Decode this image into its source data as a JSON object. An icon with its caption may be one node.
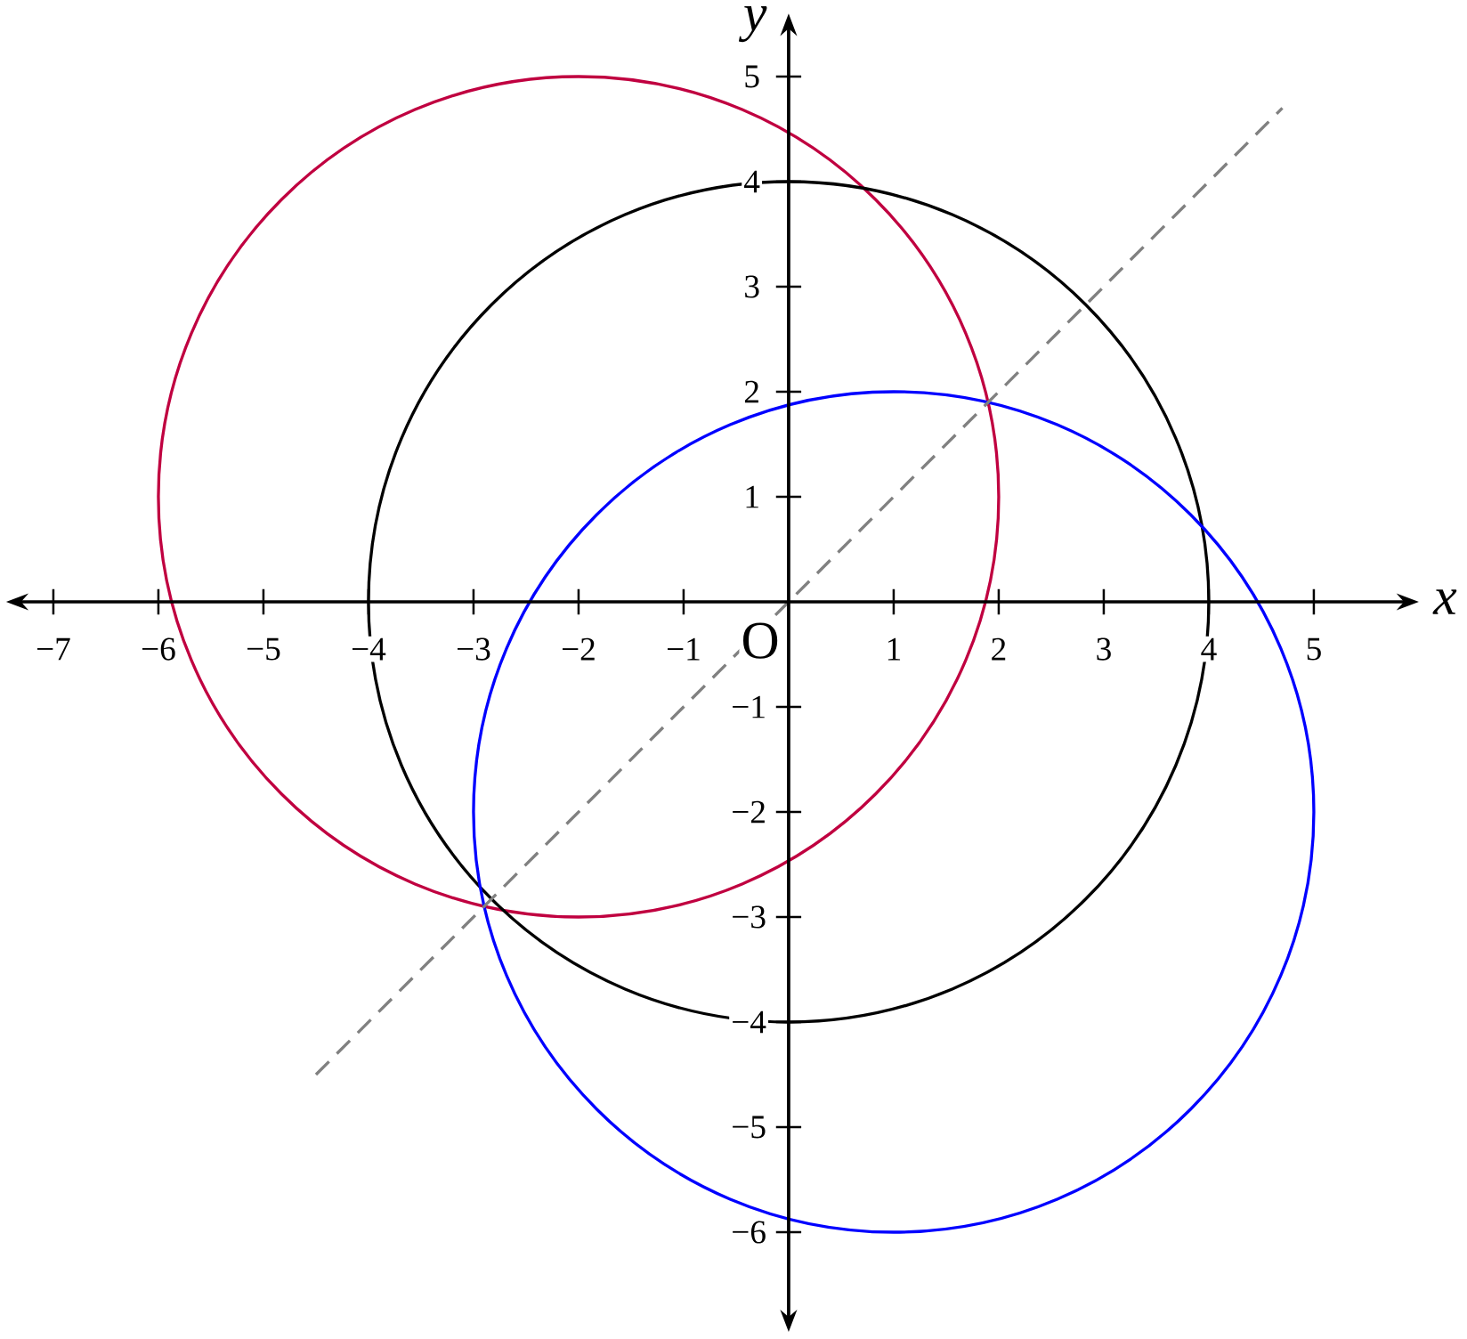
{
  "diagram": {
    "labels": [
      "y",
      "5",
      "4",
      "3",
      "2",
      "1",
      "x",
      "−7",
      "−6",
      "−5",
      "−4",
      "−3",
      "−2",
      "−1",
      "O",
      "1",
      "2",
      "3",
      "4",
      "5",
      "−1",
      "−2",
      "−3",
      "−4",
      "−5",
      "−6"
    ]
  }
}
